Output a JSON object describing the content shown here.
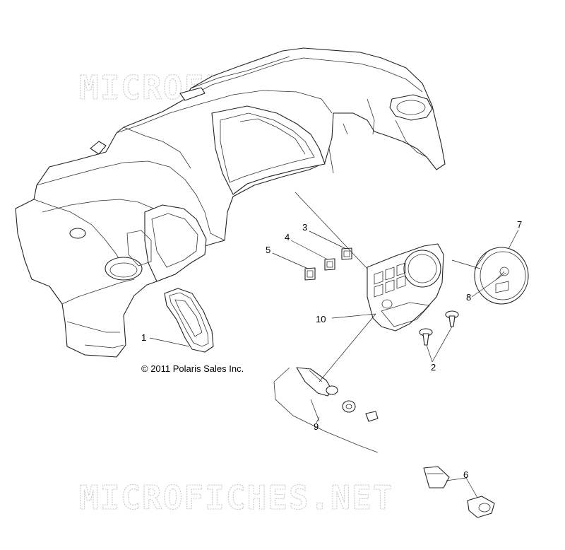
{
  "watermark": {
    "top": "MICROFICHES.NET",
    "bottom": "MICROFICHES.NET"
  },
  "copyright": "© 2011 Polaris Sales Inc.",
  "callouts": [
    "1",
    "2",
    "3",
    "4",
    "5",
    "6",
    "7",
    "8",
    "9",
    "10"
  ]
}
